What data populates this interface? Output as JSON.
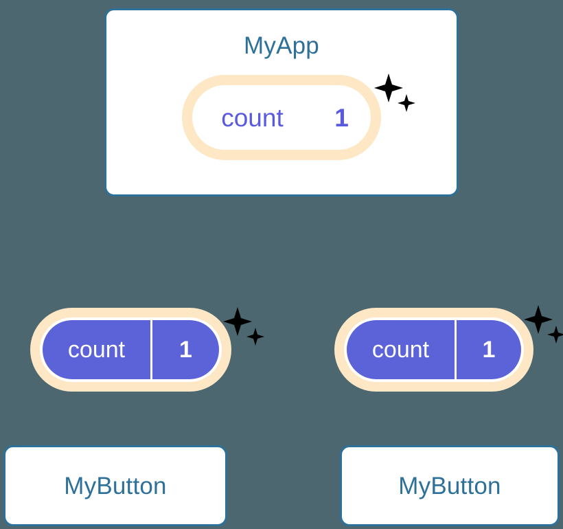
{
  "theme": {
    "background": "#4d6770",
    "card_border": "#2d7099",
    "card_fill": "#ffffff",
    "title_text": "#2d7099",
    "accent_orange": "#f8b köpek",
    "halo_orange": "#fde7c4",
    "state_purple": "#5c63d8",
    "purple_text": "#5a5ae0",
    "white_text": "#ffffff"
  },
  "diagram": {
    "type": "component-state-tree",
    "root": {
      "id": "myapp",
      "title": "MyApp",
      "state": {
        "key": "count",
        "value": "1",
        "style": "outlined"
      },
      "sparkle": true
    },
    "children": [
      {
        "id": "mybutton-left",
        "title": "MyButton",
        "state": {
          "key": "count",
          "value": "1",
          "style": "filled"
        },
        "sparkle": true
      },
      {
        "id": "mybutton-right",
        "title": "MyButton",
        "state": {
          "key": "count",
          "value": "1",
          "style": "filled"
        },
        "sparkle": true
      }
    ],
    "connectors": {
      "trunk_label": "",
      "branch_style": "rounded-elbow",
      "arrow_style": "chevron-arrow",
      "color": "#f8b köpek"
    }
  }
}
